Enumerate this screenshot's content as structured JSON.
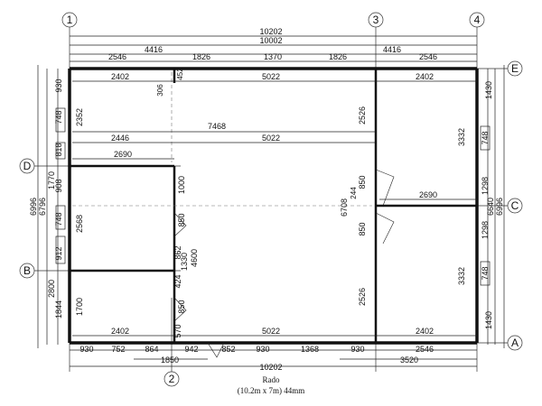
{
  "axes_numbers": [
    "1",
    "2",
    "3",
    "4"
  ],
  "axes_letters": [
    "A",
    "B",
    "C",
    "D",
    "E"
  ],
  "top_dims": {
    "overall": "10202",
    "inner": "10002",
    "left_half": "4416",
    "right_half": "4416",
    "row3": [
      "2546",
      "1826",
      "1370",
      "1826",
      "2546"
    ]
  },
  "bottom_dims": {
    "row1": [
      "930",
      "752",
      "864",
      "942",
      "852",
      "930",
      "1368",
      "930"
    ],
    "mid_left": "1850",
    "mid_right": "3520",
    "overall": "10202"
  },
  "left_dims": {
    "overall": "6996",
    "inner": "6796",
    "segments": [
      "930",
      "748",
      "818",
      "1770",
      "908",
      "748",
      "912",
      "2800",
      "1844"
    ],
    "inner_segments": [
      "2352",
      "2568",
      "1700"
    ]
  },
  "right_dims": {
    "overall": "6996",
    "inner": "6640",
    "segments": [
      "1430",
      "748",
      "1298",
      "1298",
      "748",
      "1430"
    ],
    "inner_segments": [
      "3332",
      "3332"
    ]
  },
  "interior_dims": {
    "top_room_left": "2402",
    "top_room_mid": "5022",
    "top_room_right": "2402",
    "small_w": "306",
    "small_h": "452",
    "hall_left": "2446",
    "hall_total": "7468",
    "hall_mid": "5022",
    "room_d_width": "2690",
    "room_c_width": "2690",
    "v_1000": "1000",
    "v_850_a": "850",
    "v_862": "862",
    "v_1330": "1330",
    "v_4600": "4600",
    "v_424": "424",
    "v_850_b": "850",
    "v_570": "570",
    "v_2526_top": "2526",
    "v_2526_bot": "2526",
    "v_6708": "6708",
    "v_850_c": "850",
    "v_244": "244",
    "v_850_d": "850",
    "bottom_left": "2402",
    "bottom_mid": "5022",
    "bottom_right": "2402",
    "bottom_right2": "2546"
  },
  "caption": {
    "name": "Rado",
    "subtitle": "(10.2m x 7m) 44mm"
  }
}
